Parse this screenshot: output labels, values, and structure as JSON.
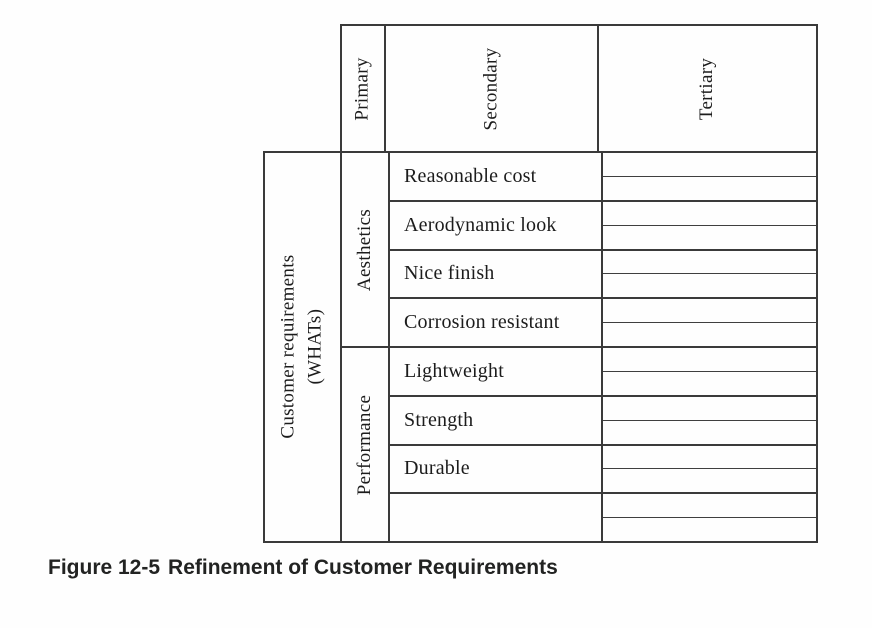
{
  "figure": {
    "caption_label": "Figure 12-5",
    "caption_title": "Refinement of Customer Requirements"
  },
  "table": {
    "header": {
      "primary": "Primary",
      "secondary": "Secondary",
      "tertiary": "Tertiary"
    },
    "row_header": {
      "line1": "Customer requirements",
      "line2": "(WHATs)"
    },
    "primary_groups": [
      {
        "label": "Aesthetics",
        "rows_spanned": 4
      },
      {
        "label": "Performance",
        "rows_spanned": 4
      }
    ],
    "secondary_rows": [
      {
        "label": "Reasonable cost"
      },
      {
        "label": "Aerodynamic look"
      },
      {
        "label": "Nice finish"
      },
      {
        "label": "Corrosion resistant"
      },
      {
        "label": "Lightweight"
      },
      {
        "label": "Strength"
      },
      {
        "label": "Durable"
      },
      {
        "label": ""
      }
    ],
    "tertiary_subrows_per_secondary_row": 2
  },
  "colors": {
    "background": "#fefefe",
    "line": "#3a3a3a",
    "text": "#1c1c1c"
  }
}
